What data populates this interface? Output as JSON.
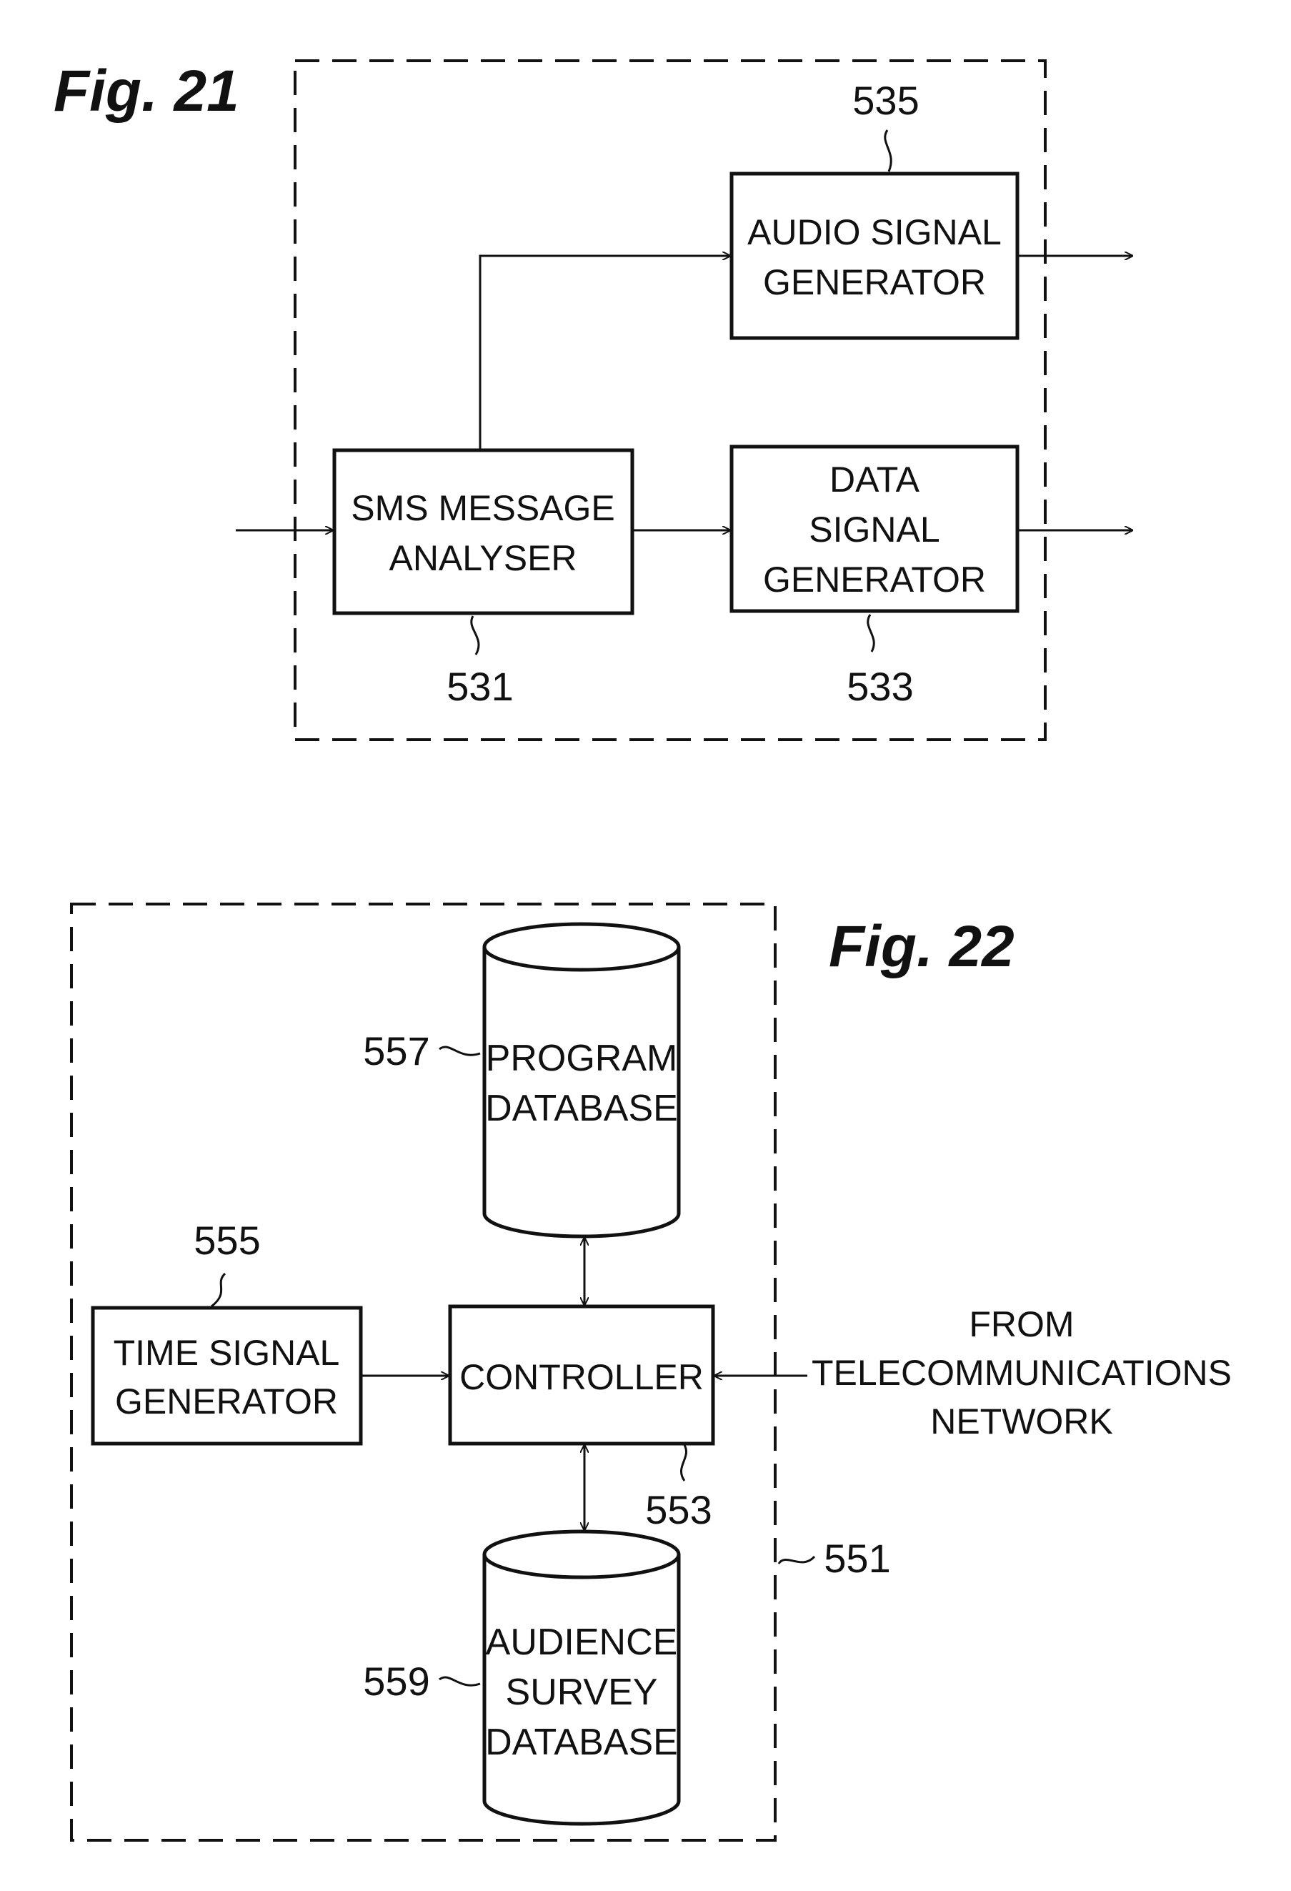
{
  "fig21": {
    "title": "Fig. 21",
    "sms_analyser": {
      "line1": "SMS MESSAGE",
      "line2": "ANALYSER",
      "ref": "531"
    },
    "audio_generator": {
      "line1": "AUDIO SIGNAL",
      "line2": "GENERATOR",
      "ref": "535"
    },
    "data_generator": {
      "line1": "DATA",
      "line2": "SIGNAL",
      "line3": "GENERATOR",
      "ref": "533"
    }
  },
  "fig22": {
    "title": "Fig. 22",
    "unit_ref": "551",
    "program_db": {
      "line1": "PROGRAM",
      "line2": "DATABASE",
      "ref": "557"
    },
    "time_generator": {
      "line1": "TIME SIGNAL",
      "line2": "GENERATOR",
      "ref": "555"
    },
    "controller": {
      "label": "CONTROLLER",
      "ref": "553"
    },
    "audience_db": {
      "line1": "AUDIENCE",
      "line2": "SURVEY",
      "line3": "DATABASE",
      "ref": "559"
    },
    "network_input": {
      "line1": "FROM",
      "line2": "TELECOMMUNICATIONS",
      "line3": "NETWORK"
    }
  }
}
